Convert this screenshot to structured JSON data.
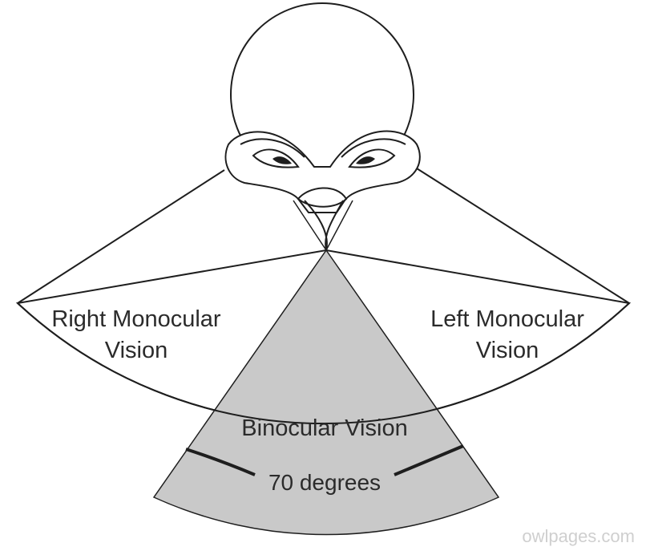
{
  "diagram": {
    "regions": {
      "right_monocular": {
        "line1": "Right Monocular",
        "line2": "Vision"
      },
      "left_monocular": {
        "line1": "Left Monocular",
        "line2": "Vision"
      },
      "binocular": {
        "label": "Binocular Vision",
        "angle_label": "70 degrees"
      }
    },
    "watermark": "owlpages.com",
    "colors": {
      "binocular_fill": "#c9c9c9",
      "outline": "#1e1e1e",
      "background": "#ffffff"
    }
  }
}
